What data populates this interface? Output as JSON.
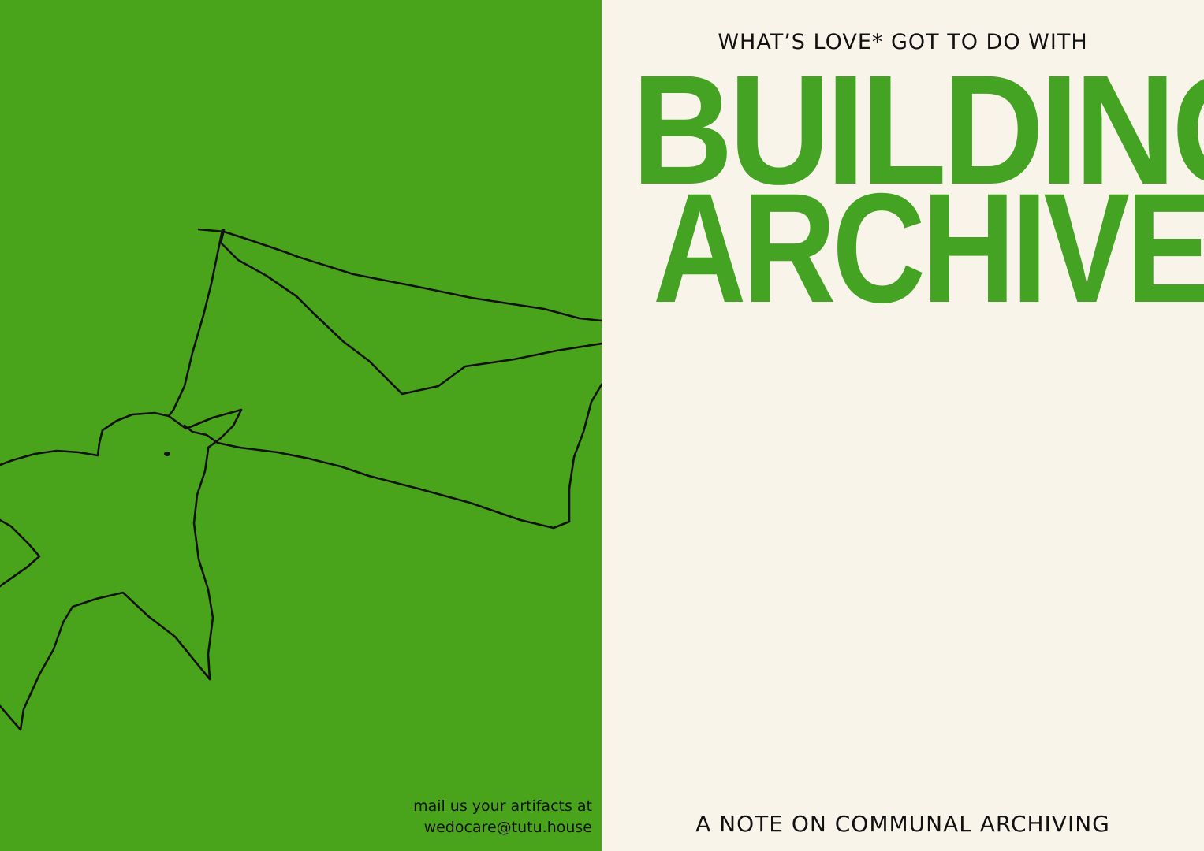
{
  "left_page": {
    "mail_line1": "mail us your artifacts at",
    "mail_line2": "wedocare@tutu.house",
    "illustration_icon": "bird-line-drawing-icon"
  },
  "right_page": {
    "kicker": "WHAT’S LOVE* GOT TO DO WITH",
    "headline_line1": "BUILDING",
    "headline_line2": "ARCHIVES",
    "subtitle": "A NOTE ON COMMUNAL ARCHIVING"
  },
  "colors": {
    "green_panel": "#4aa41b",
    "headline_green": "#45a323",
    "cream": "#f8f4e9",
    "ink": "#111111"
  }
}
